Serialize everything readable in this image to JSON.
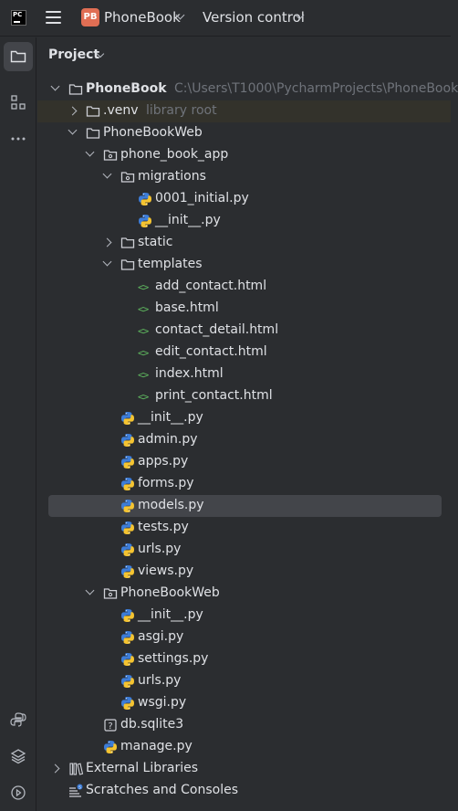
{
  "topbar": {
    "ide_logo": "PC",
    "project_badge": "PB",
    "project_name": "PhoneBook",
    "version_control": "Version control"
  },
  "toolbar": {
    "items": [
      "project-folder-icon",
      "structure-icon",
      "more-icon",
      "python-console-icon",
      "layers-icon",
      "run-icon"
    ]
  },
  "panel": {
    "title": "Project"
  },
  "tree": [
    {
      "label": "PhoneBook",
      "hint": "C:\\Users\\T1000\\PycharmProjects\\PhoneBook",
      "type": "folder",
      "depth": 0,
      "expanded": true,
      "bold": true
    },
    {
      "label": ".venv",
      "hint": "library root",
      "type": "folder",
      "depth": 1,
      "expanded": false,
      "highlight": true
    },
    {
      "label": "PhoneBookWeb",
      "type": "folder",
      "depth": 1,
      "expanded": true
    },
    {
      "label": "phone_book_app",
      "type": "package",
      "depth": 2,
      "expanded": true
    },
    {
      "label": "migrations",
      "type": "package",
      "depth": 3,
      "expanded": true
    },
    {
      "label": "0001_initial.py",
      "type": "python",
      "depth": 4
    },
    {
      "label": "__init__.py",
      "type": "python",
      "depth": 4
    },
    {
      "label": "static",
      "type": "folder",
      "depth": 3,
      "expanded": false
    },
    {
      "label": "templates",
      "type": "folder",
      "depth": 3,
      "expanded": true
    },
    {
      "label": "add_contact.html",
      "type": "html",
      "depth": 4
    },
    {
      "label": "base.html",
      "type": "html",
      "depth": 4
    },
    {
      "label": "contact_detail.html",
      "type": "html",
      "depth": 4
    },
    {
      "label": "edit_contact.html",
      "type": "html",
      "depth": 4
    },
    {
      "label": "index.html",
      "type": "html",
      "depth": 4
    },
    {
      "label": "print_contact.html",
      "type": "html",
      "depth": 4
    },
    {
      "label": "__init__.py",
      "type": "python",
      "depth": 3
    },
    {
      "label": "admin.py",
      "type": "python",
      "depth": 3
    },
    {
      "label": "apps.py",
      "type": "python",
      "depth": 3
    },
    {
      "label": "forms.py",
      "type": "python",
      "depth": 3
    },
    {
      "label": "models.py",
      "type": "python",
      "depth": 3,
      "selected": true
    },
    {
      "label": "tests.py",
      "type": "python",
      "depth": 3
    },
    {
      "label": "urls.py",
      "type": "python",
      "depth": 3
    },
    {
      "label": "views.py",
      "type": "python",
      "depth": 3
    },
    {
      "label": "PhoneBookWeb",
      "type": "package",
      "depth": 2,
      "expanded": true
    },
    {
      "label": "__init__.py",
      "type": "python",
      "depth": 3
    },
    {
      "label": "asgi.py",
      "type": "python",
      "depth": 3
    },
    {
      "label": "settings.py",
      "type": "python",
      "depth": 3
    },
    {
      "label": "urls.py",
      "type": "python",
      "depth": 3
    },
    {
      "label": "wsgi.py",
      "type": "python",
      "depth": 3
    },
    {
      "label": "db.sqlite3",
      "type": "unknown",
      "depth": 2
    },
    {
      "label": "manage.py",
      "type": "python",
      "depth": 2
    },
    {
      "label": "External Libraries",
      "type": "libraries",
      "depth": 0,
      "expanded": false
    },
    {
      "label": "Scratches and Consoles",
      "type": "scratches",
      "depth": 0
    }
  ]
}
